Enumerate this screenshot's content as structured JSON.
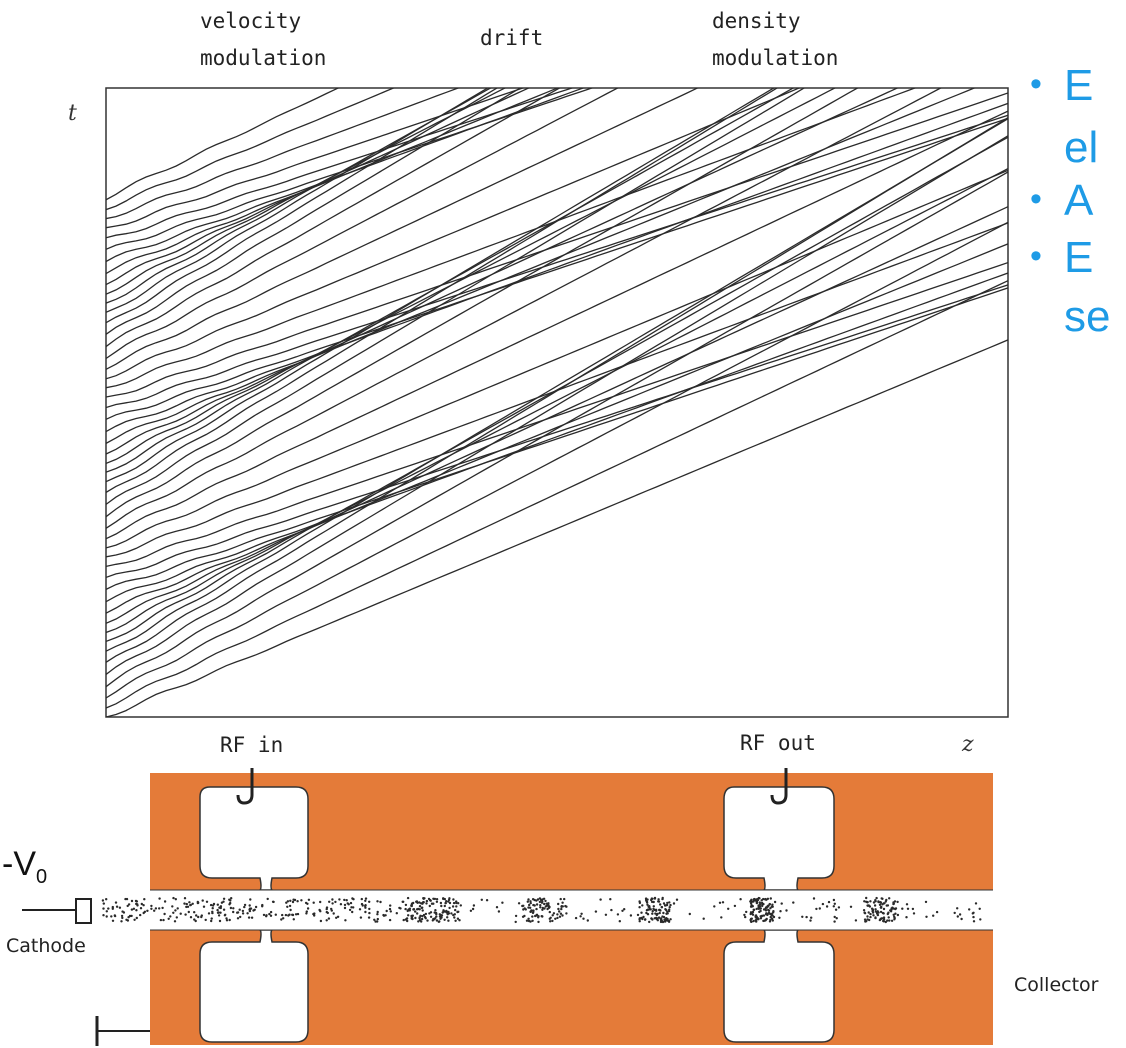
{
  "diagram": {
    "stage_labels": {
      "velocity": [
        "velocity",
        "modulation"
      ],
      "drift": "drift",
      "density": [
        "density",
        "modulation"
      ]
    },
    "axes": {
      "t": "t",
      "z": "z"
    },
    "ports": {
      "rf_in": "RF in",
      "rf_out": "RF out"
    },
    "voltage": {
      "main": "-V",
      "sub": "0"
    },
    "cathode": "Cathode",
    "collector": "Collector",
    "colors": {
      "cavity": "#e47b39",
      "trajectory": "#2b2b2b",
      "bullet": "#1e9be6"
    },
    "trajectory_count": 50
  },
  "bullets": [
    {
      "lines": [
        "E",
        "el"
      ]
    },
    {
      "lines": [
        "A"
      ]
    },
    {
      "lines": [
        "E",
        "se"
      ]
    }
  ]
}
